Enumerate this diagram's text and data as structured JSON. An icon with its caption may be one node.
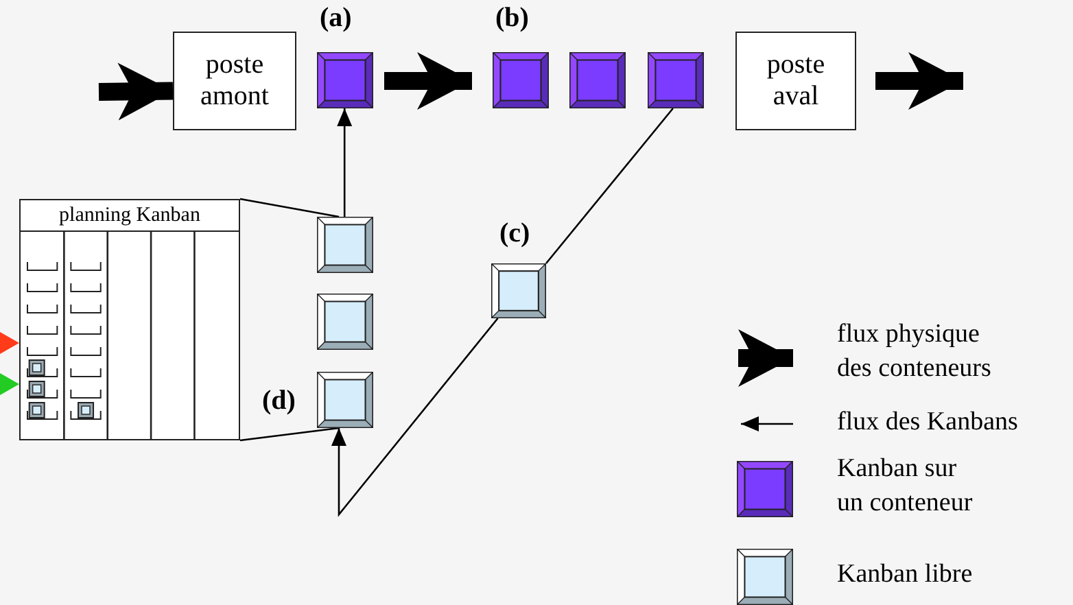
{
  "diagram": {
    "nodes": [
      {
        "text": [
          "poste amont"
        ]
      },
      {
        "text": [
          "(a)"
        ]
      },
      {
        "text": [
          "(b)"
        ]
      },
      {
        "text": [],
        "shape": "box"
      },
      {
        "text": [],
        "shape": "box"
      },
      {
        "text": [
          "poste aval"
        ]
      },
      {
        "text": [
          "planning Kanban"
        ]
      },
      {
        "text": [],
        "shape": "box"
      },
      {
        "text": [],
        "shape": "box"
      },
      {
        "text": [
          "(d)"
        ]
      },
      {
        "text": [
          "(c)"
        ]
      }
    ],
    "edges": [
      {
        "from": null,
        "to": 0,
        "arrow": "to",
        "style": "thick"
      },
      {
        "from": 1,
        "to": 2,
        "arrow": "to",
        "style": "thick"
      },
      {
        "from": 5,
        "to": null,
        "arrow": "to",
        "style": "thick"
      },
      {
        "from": 7,
        "to": 1,
        "arrow": "to"
      },
      {
        "from": 4,
        "to": 10,
        "arrow": "none"
      },
      {
        "from": 10,
        "to": 9,
        "arrow": "to"
      },
      {
        "from": 6,
        "to": 7,
        "arrow": "none"
      },
      {
        "from": 6,
        "to": 9,
        "arrow": "none"
      }
    ],
    "legend": [
      {
        "text": "flux physique des conteneurs"
      },
      {
        "text": "flux des Kanbans"
      },
      {
        "text": "Kanban sur un conteneur",
        "color": "#7b3cff"
      },
      {
        "text": "Kanban libre",
        "color": "#d6eefc"
      }
    ]
  }
}
